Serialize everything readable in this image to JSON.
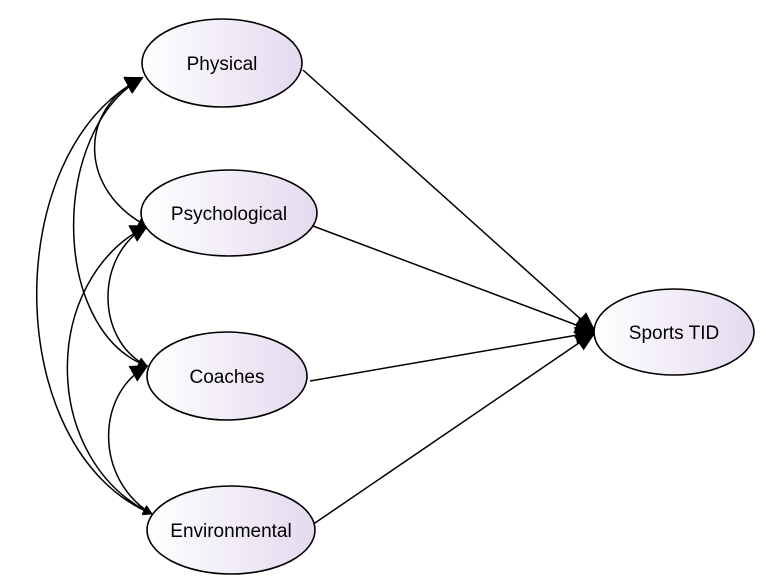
{
  "diagram": {
    "nodes": [
      {
        "id": "physical",
        "label": "Physical"
      },
      {
        "id": "psychological",
        "label": "Psychological"
      },
      {
        "id": "coaches",
        "label": "Coaches"
      },
      {
        "id": "environmental",
        "label": "Environmental"
      },
      {
        "id": "sports_tid",
        "label": "Sports TID"
      }
    ],
    "directed_edges": [
      {
        "from": "physical",
        "to": "sports_tid"
      },
      {
        "from": "psychological",
        "to": "sports_tid"
      },
      {
        "from": "coaches",
        "to": "sports_tid"
      },
      {
        "from": "environmental",
        "to": "sports_tid"
      }
    ],
    "correlations": [
      {
        "a": "physical",
        "b": "psychological"
      },
      {
        "a": "physical",
        "b": "coaches"
      },
      {
        "a": "physical",
        "b": "environmental"
      },
      {
        "a": "psychological",
        "b": "coaches"
      },
      {
        "a": "psychological",
        "b": "environmental"
      },
      {
        "a": "coaches",
        "b": "environmental"
      }
    ],
    "colors": {
      "node_fill_light": "#ffffff",
      "node_fill_tint": "#e4daef",
      "stroke": "#000000"
    }
  }
}
